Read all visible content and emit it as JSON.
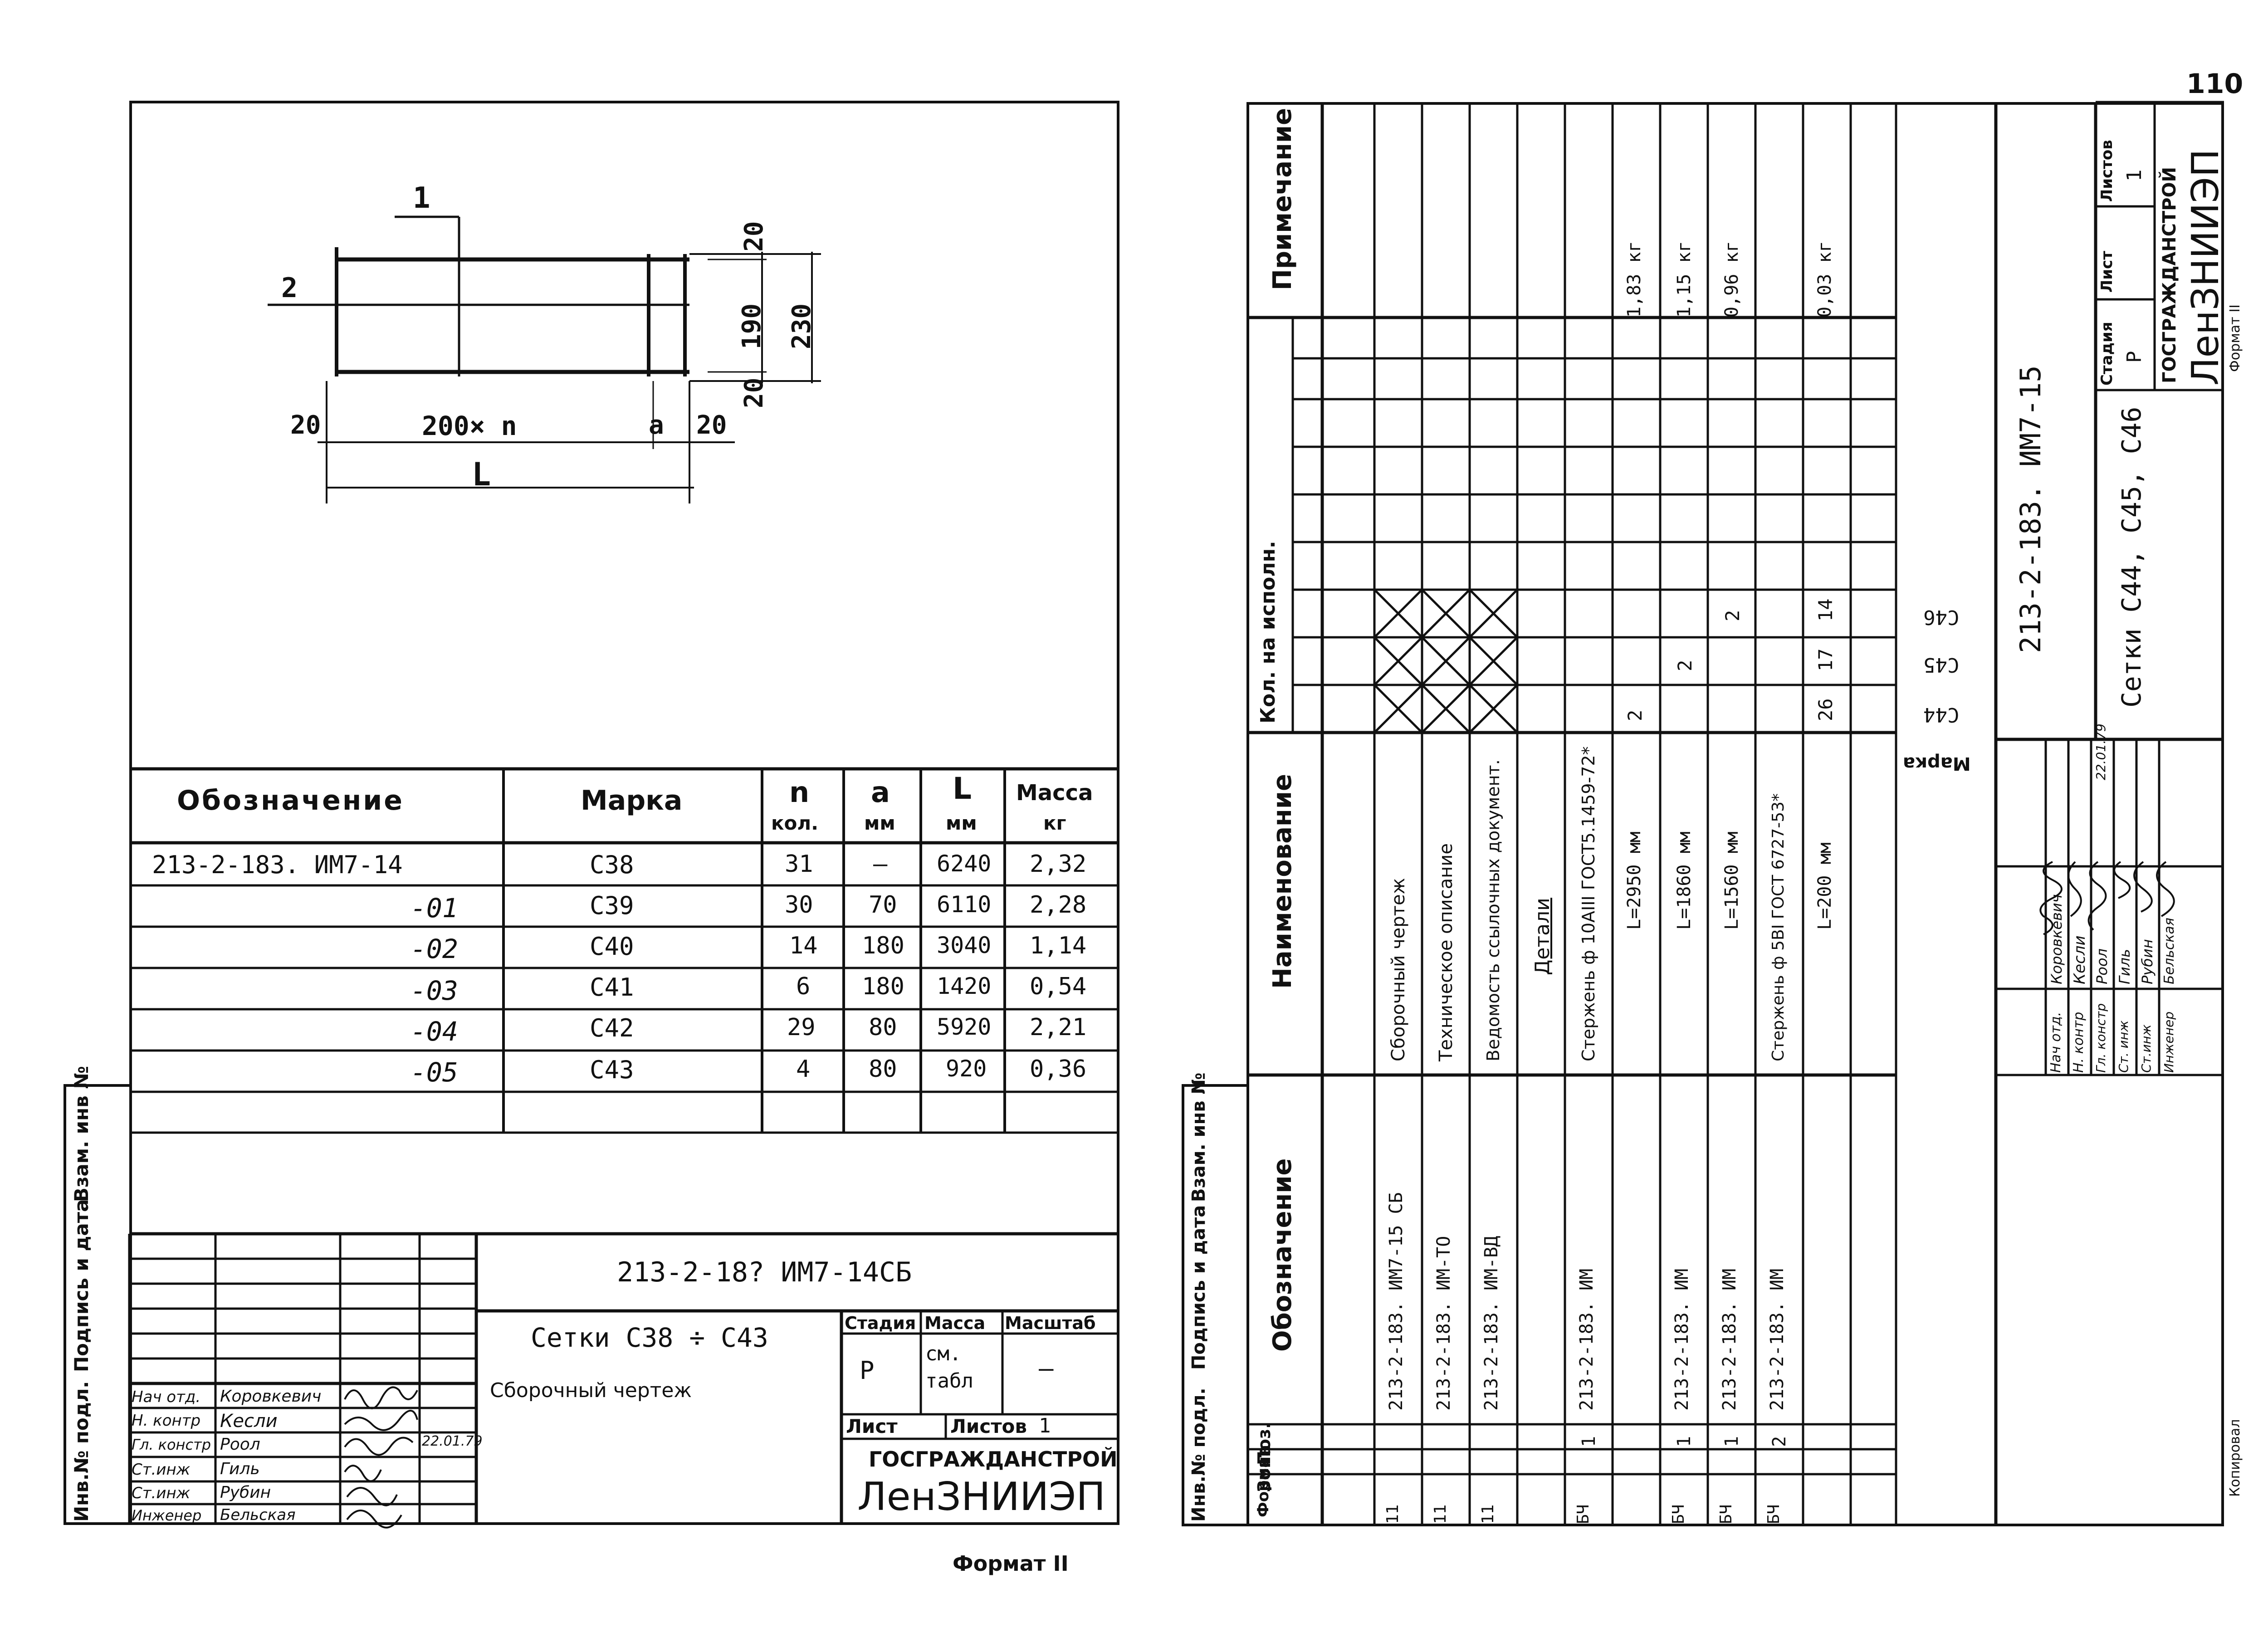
{
  "left_sheet": {
    "diagram": {
      "label_1": "1",
      "label_2": "2",
      "dim_top": "20",
      "dim_mid": "190",
      "dim_total": "230",
      "dim_bottom": "20",
      "dim_left": "20",
      "dim_span": "200× n",
      "dim_a": "a",
      "dim_right": "20",
      "dim_L": "L"
    },
    "table": {
      "headers": [
        "Обозначение",
        "Марка",
        "n",
        "кол.",
        "a",
        "мм",
        "L",
        "мм",
        "Масса",
        "кг"
      ],
      "rows": [
        {
          "designation": "213-2-183. ИМ7-14",
          "mark": "C38",
          "n": "31",
          "a": "—",
          "L": "6240",
          "mass": "2,32"
        },
        {
          "designation": "-01",
          "mark": "C39",
          "n": "30",
          "a": "70",
          "L": "6110",
          "mass": "2,28"
        },
        {
          "designation": "-02",
          "mark": "C40",
          "n": "14",
          "a": "180",
          "L": "3040",
          "mass": "1,14"
        },
        {
          "designation": "-03",
          "mark": "C41",
          "n": "6",
          "a": "180",
          "L": "1420",
          "mass": "0,54"
        },
        {
          "designation": "-04",
          "mark": "C42",
          "n": "29",
          "a": "80",
          "L": "5920",
          "mass": "2,21"
        },
        {
          "designation": "-05",
          "mark": "C43",
          "n": "4",
          "a": "80",
          "L": "920",
          "mass": "0,36"
        }
      ]
    },
    "side_labels": [
      "Инв.№ подл.",
      "Подпись и дата",
      "Взам. инв №"
    ],
    "title_block": {
      "code": "213-2-18? ИМ7-14СБ",
      "title": "Сетки C38 ÷ C43",
      "subtitle": "Сборочный чертеж",
      "stage_label": "Стадия",
      "mass_label": "Масса",
      "scale_label": "Масштаб",
      "stage": "P",
      "mass": "см. табл",
      "scale": "—",
      "sheet_label": "Лист",
      "sheets_label": "Листов",
      "sheets": "1",
      "org1": "ГОСГРАЖДАНСТРОЙ",
      "org2": "ЛенЗНИИЭП",
      "people": [
        {
          "role": "Нач отд.",
          "name": "Коровкевич"
        },
        {
          "role": "Н. контр",
          "name": "Кесли"
        },
        {
          "role": "Гл. констр",
          "name": "Роол"
        },
        {
          "role": "Ст.инж",
          "name": "Гиль"
        },
        {
          "role": "Ст.инж",
          "name": "Рубин"
        },
        {
          "role": "Инженер",
          "name": "Бельская"
        }
      ],
      "date": "22.01.79"
    },
    "format": "Формат II"
  },
  "right_sheet": {
    "corner": "110",
    "headers": {
      "format": "Формат",
      "zone": "Зона",
      "pos": "Поз.",
      "designation": "Обозначение",
      "name": "Наименование",
      "qty": "Кол. на исполн.",
      "note": "Примечание",
      "marka": "Марка",
      "exec": [
        "C44",
        "C45",
        "C46"
      ]
    },
    "rows": [
      {
        "format": "11",
        "pos": "",
        "designation": "213-2-183. ИМ7-15 СБ",
        "name": "Сборочный чертеж",
        "q1": "",
        "q2": "",
        "q3": "",
        "note": ""
      },
      {
        "format": "11",
        "pos": "",
        "designation": "213-2-183. ИМ-ТО",
        "name": "Техническое описание",
        "q1": "",
        "q2": "",
        "q3": "",
        "note": ""
      },
      {
        "format": "11",
        "pos": "",
        "designation": "213-2-183. ИМ-ВД",
        "name": "Ведомость ссылочных документ.",
        "q1": "",
        "q2": "",
        "q3": "",
        "note": ""
      },
      {
        "format": "",
        "pos": "",
        "designation": "",
        "name": "Детали",
        "q1": "",
        "q2": "",
        "q3": "",
        "note": ""
      },
      {
        "format": "БЧ",
        "pos": "1",
        "designation": "213-2-183. ИМ",
        "name": "Стержень ф 10АIII ГОСТ5.1459-72*",
        "q1": "2",
        "q2": "",
        "q3": "",
        "note": ""
      },
      {
        "format": "",
        "pos": "",
        "designation": "",
        "name": "L=2950 мм",
        "q1": "",
        "q2": "",
        "q3": "",
        "note": "1,83 кг"
      },
      {
        "format": "БЧ",
        "pos": "1",
        "designation": "213-2-183. ИМ",
        "name": "L=1860 мм",
        "q1": "",
        "q2": "2",
        "q3": "",
        "note": "1,15 кг"
      },
      {
        "format": "БЧ",
        "pos": "1",
        "designation": "213-2-183. ИМ",
        "name": "L=1560 мм",
        "q1": "",
        "q2": "",
        "q3": "2",
        "note": "0,96 кг"
      },
      {
        "format": "БЧ",
        "pos": "2",
        "designation": "213-2-183. ИМ",
        "name": "Стержень ф 5ВI ГОСТ 6727-53*",
        "q1": "",
        "q2": "",
        "q3": "",
        "note": ""
      },
      {
        "format": "",
        "pos": "",
        "designation": "",
        "name": "L=200 мм",
        "q1": "26",
        "q2": "17",
        "q3": "14",
        "note": "0,03 кг"
      }
    ],
    "side_labels": [
      "Инв.№ подл.",
      "Подпись и дата",
      "Взам. инв №"
    ],
    "title_block": {
      "code": "213-2-183. ИМ7-15",
      "title": "Сетки C44, C45, C46",
      "stage_label": "Стадия",
      "sheet_label": "Лист",
      "sheets_label": "Листов",
      "stage": "P",
      "sheets": "1",
      "org1": "ГОСГРАЖДАНСТРОЙ",
      "org2": "ЛенЗНИИЭП",
      "people": [
        {
          "role": "Нач отд.",
          "name": "Коровкевич"
        },
        {
          "role": "Н. контр",
          "name": "Кесли"
        },
        {
          "role": "Гл. констр",
          "name": "Роол"
        },
        {
          "role": "Ст. инж",
          "name": "Гиль"
        },
        {
          "role": "Ст.инж",
          "name": "Рубин"
        },
        {
          "role": "Инженер",
          "name": "Бельская"
        }
      ],
      "date": "22.01.79"
    },
    "format": "Формат II",
    "copied": "Копировал"
  }
}
